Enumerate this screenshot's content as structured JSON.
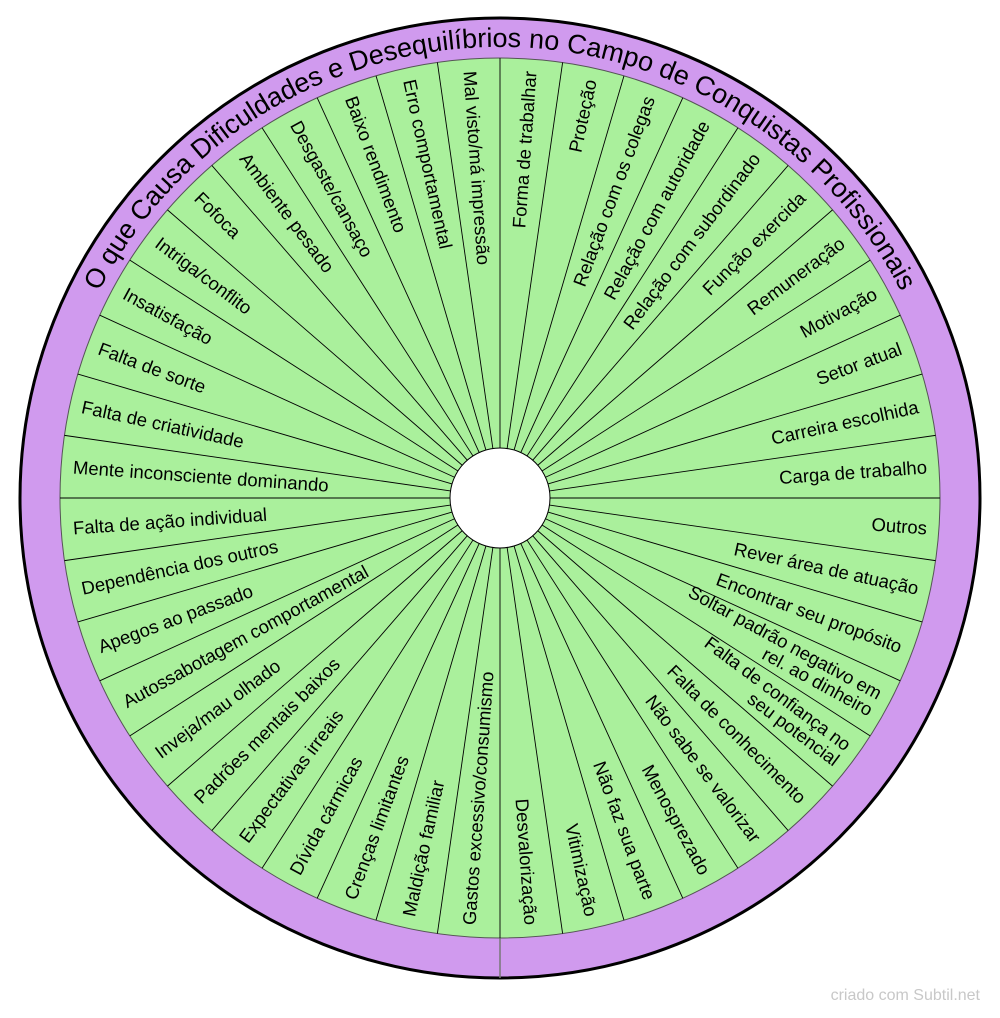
{
  "title": "O que Causa Dificuldades e Desequilíbrios no Campo de Conquistas Profissionais",
  "colors": {
    "ring": "#d09aee",
    "segment": "#aaf09c",
    "line": "#000000"
  },
  "segments": [
    "Forma de trabalhar",
    "Proteção",
    "Relação com os colegas",
    "Relação com autoridade",
    "Relação com subordinado",
    "Função exercida",
    "Remuneração",
    "Motivação",
    "Setor atual",
    "Carreira escolhida",
    "Carga de trabalho",
    "Outros",
    "Rever área de atuação",
    "Encontrar seu propósito",
    "Soltar padrão negativo em\nrel. ao dinheiro",
    "Falta de confiança no\nseu potencial",
    "Falta de conhecimento",
    "Não sabe se valorizar",
    "Menosprezado",
    "Não faz sua parte",
    "Vitimização",
    "Desvalorização",
    "Gastos excessivo/consumismo",
    "Maldição familiar",
    "Crenças limitantes",
    "Dívida cármicas",
    "Expectativas irreais",
    "Padrões mentais baixos",
    "Inveja/mau olhado",
    "Autossabotagem comportamental",
    "Apegos ao passado",
    "Dependência dos outros",
    "Falta de ação individual",
    "Mente inconsciente dominando",
    "Falta de criatividade",
    "Falta de sorte",
    "Insatisfação",
    "Intriga/conflito",
    "Fofoca",
    "Ambiente pesado",
    "Desgaste/cansaço",
    "Baixo rendimento",
    "Erro comportamental",
    "Mal visto/má impressão"
  ],
  "footer": "criado com Subtil.net"
}
